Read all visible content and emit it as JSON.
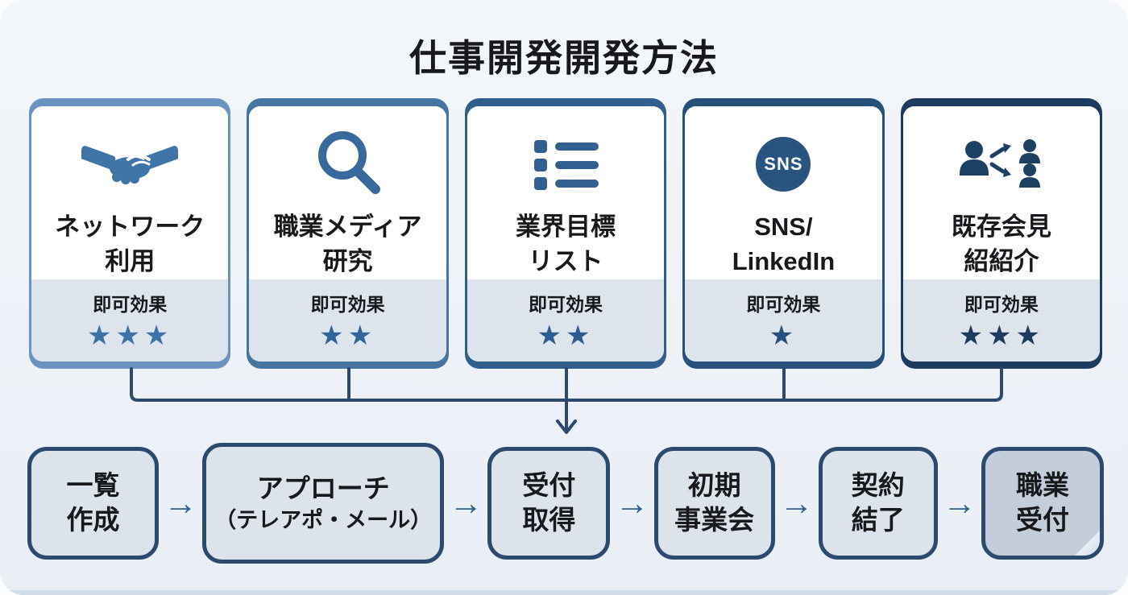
{
  "title": "仕事開発開発方法",
  "colors": {
    "background": "#edf1f7",
    "card_bottom_bg": "#dee4ec",
    "connector": "#2d4a6e",
    "flow_border": "#2b4a6d",
    "flow_fill": "#dce3eb",
    "flow_fill_last": "#c4cedb",
    "flow_arrow": "#2e5f92",
    "text": "#17191d"
  },
  "methods": [
    {
      "icon": "handshake-icon",
      "line1": "ネットワーク",
      "line2": "利用",
      "effect_label": "即可効果",
      "stars": "★★★",
      "accent": "#6a93bf",
      "icon_color": "#3f74a8",
      "star_color": "#3c72a8"
    },
    {
      "icon": "search-icon",
      "line1": "職業メディア",
      "line2": "研究",
      "effect_label": "即可効果",
      "stars": "★★",
      "accent": "#46759f",
      "icon_color": "#38699d",
      "star_color": "#30669c"
    },
    {
      "icon": "list-icon",
      "line1": "業界目標",
      "line2": "リスト",
      "effect_label": "即可効果",
      "stars": "★★",
      "accent": "#305f8d",
      "icon_color": "#315f90",
      "star_color": "#2b5d90"
    },
    {
      "icon": "sns-badge-icon",
      "icon_text": "SNS",
      "line1": "SNS/",
      "line2": "LinkedIn",
      "effect_label": "即可効果",
      "stars": "★",
      "accent": "#27517b",
      "icon_color": "#29547f",
      "star_color": "#25507d"
    },
    {
      "icon": "referral-icon",
      "line1": "既存会見",
      "line2": "紹紹介",
      "effect_label": "即可効果",
      "stars": "★★★",
      "accent": "#1d3b5e",
      "icon_color": "#1e4062",
      "star_color": "#1c3b5f"
    }
  ],
  "flow": {
    "arrow": "→",
    "steps": [
      {
        "line1": "一覧",
        "line2": "作成"
      },
      {
        "line1": "アプローチ",
        "line2": "（テレアポ・メール）"
      },
      {
        "line1": "受付",
        "line2": "取得"
      },
      {
        "line1": "初期",
        "line2": "事業会"
      },
      {
        "line1": "契約",
        "line2": "結了"
      },
      {
        "line1": "職業",
        "line2": "受付"
      }
    ]
  }
}
